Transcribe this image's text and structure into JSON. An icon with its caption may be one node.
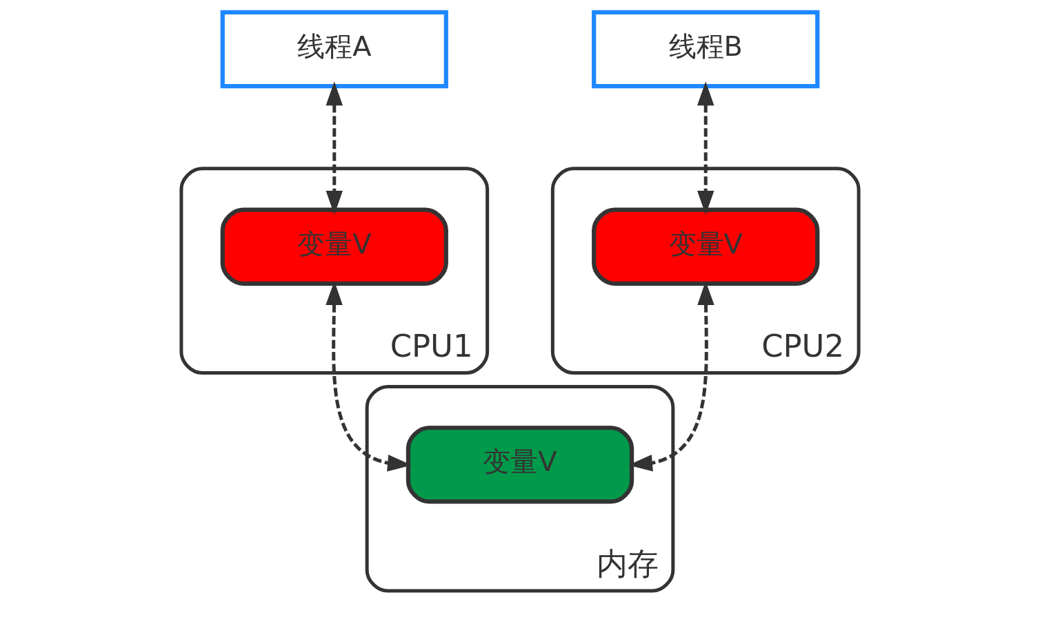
{
  "diagram": {
    "nodes": [
      {
        "text": [
          "线程A"
        ]
      },
      {
        "text": [
          "线程B"
        ]
      },
      {
        "text": [
          "CPU1"
        ]
      },
      {
        "text": [
          "变量V"
        ],
        "in": 2
      },
      {
        "text": [
          "CPU2"
        ]
      },
      {
        "text": [
          "变量V"
        ],
        "in": 4
      },
      {
        "text": [
          "内存"
        ]
      },
      {
        "text": [
          "变量V"
        ],
        "in": 6
      }
    ],
    "edges": [
      {
        "from": 0,
        "to": 3,
        "arrow": "both",
        "style": "dashed"
      },
      {
        "from": 1,
        "to": 5,
        "arrow": "both",
        "style": "dashed"
      },
      {
        "from": 3,
        "to": 7,
        "arrow": "both",
        "style": "dashed"
      },
      {
        "from": 5,
        "to": 7,
        "arrow": "both",
        "style": "dashed"
      }
    ]
  }
}
